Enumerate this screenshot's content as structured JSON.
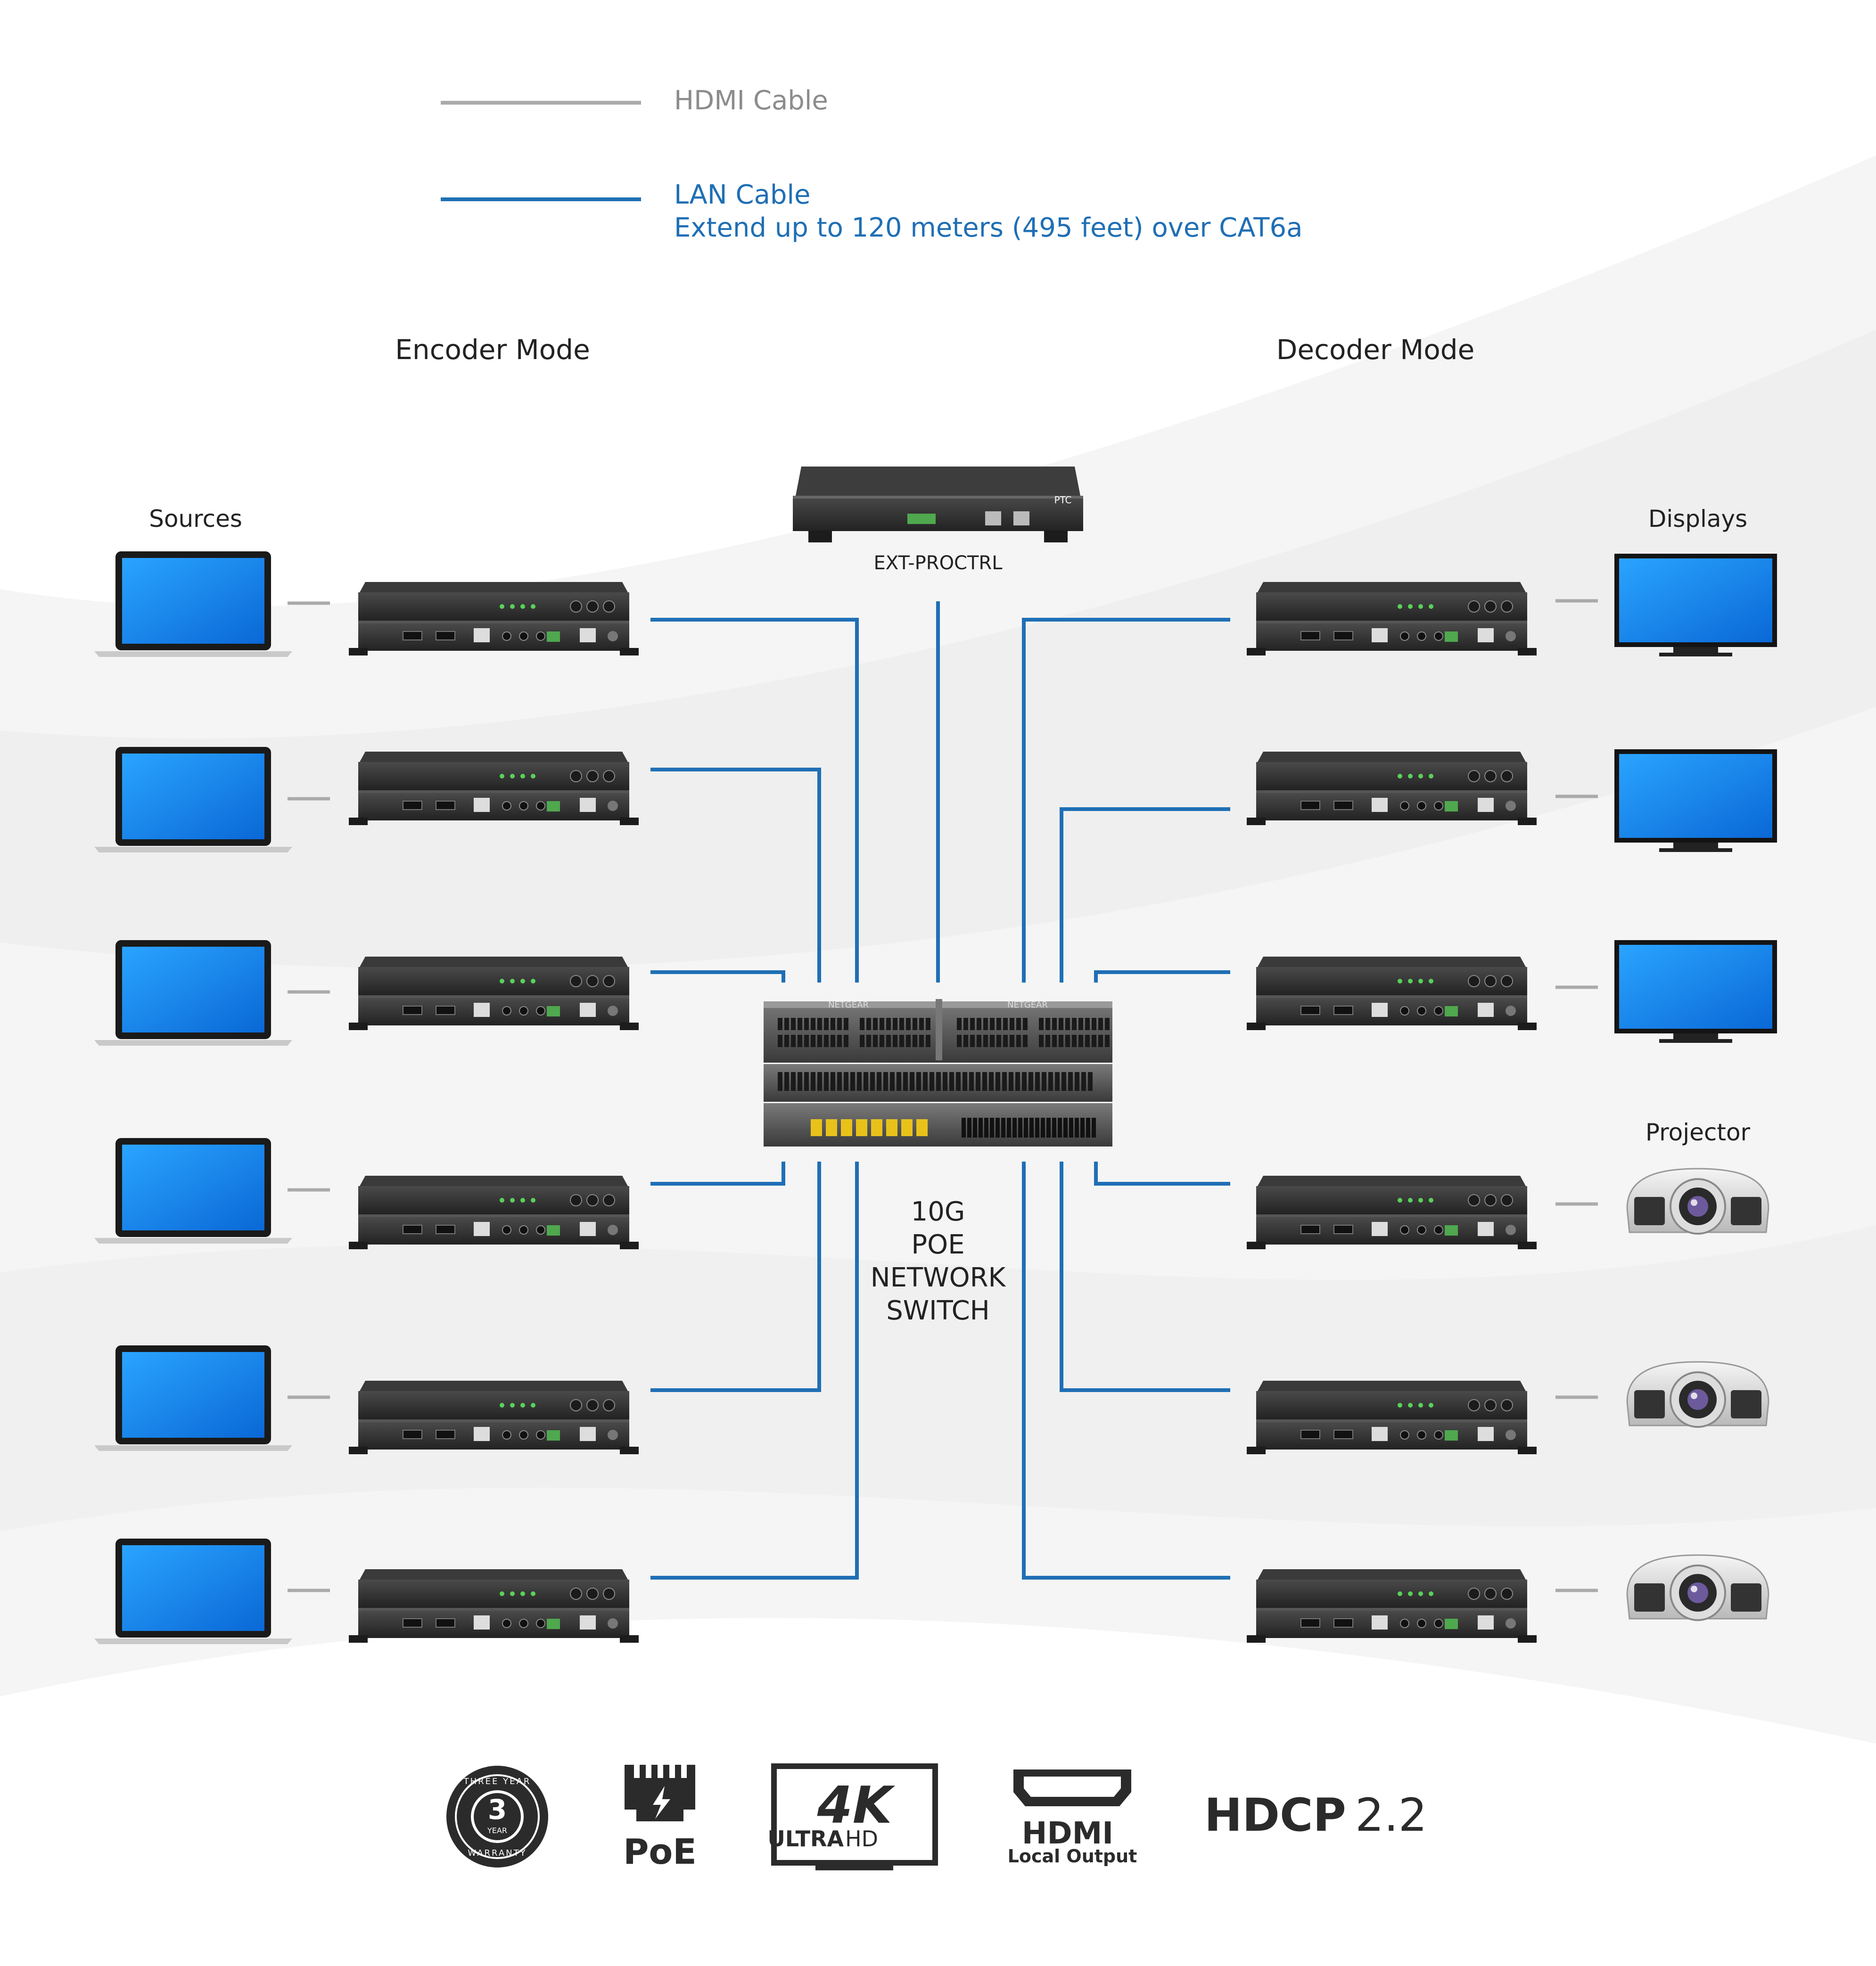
{
  "legend": {
    "hdmi": "HDMI Cable",
    "lan": "LAN Cable",
    "lan_note": "Extend up to 120 meters (495 feet) over CAT6a"
  },
  "sections": {
    "encoder": "Encoder Mode",
    "decoder": "Decoder Mode",
    "sources": "Sources",
    "displays": "Displays",
    "projector": "Projector"
  },
  "controller": {
    "label": "EXT-PROCTRL",
    "brand": "PTC"
  },
  "switch": {
    "label_lines": [
      "10G",
      "POE",
      "NETWORK",
      "SWITCH"
    ],
    "brand": "NETGEAR"
  },
  "badges": {
    "warranty_top": "THREE YEAR",
    "warranty_number": "3",
    "warranty_unit": "YEAR",
    "warranty_bottom": "WARRANTY",
    "poe": "PoE",
    "uhd_big": "4K",
    "uhd_ultra": "ULTRA",
    "uhd_hd": "HD",
    "hdmi": "HDMI",
    "hdmi_sub": "Local Output",
    "hdcp": "HDCP",
    "hdcp_version": "2.2"
  },
  "colors": {
    "lan": "#1F6FB5",
    "hdmi": "#AAAAAA",
    "device": "#2E2E2E",
    "screen": "#1E88E5",
    "text": "#222222",
    "legend_gray": "#8C8C8C"
  },
  "icons": {
    "source": "laptop-icon",
    "display": "tv-icon",
    "projector": "projector-icon",
    "encoder": "extender-box-icon",
    "switch": "network-switch-icon"
  }
}
